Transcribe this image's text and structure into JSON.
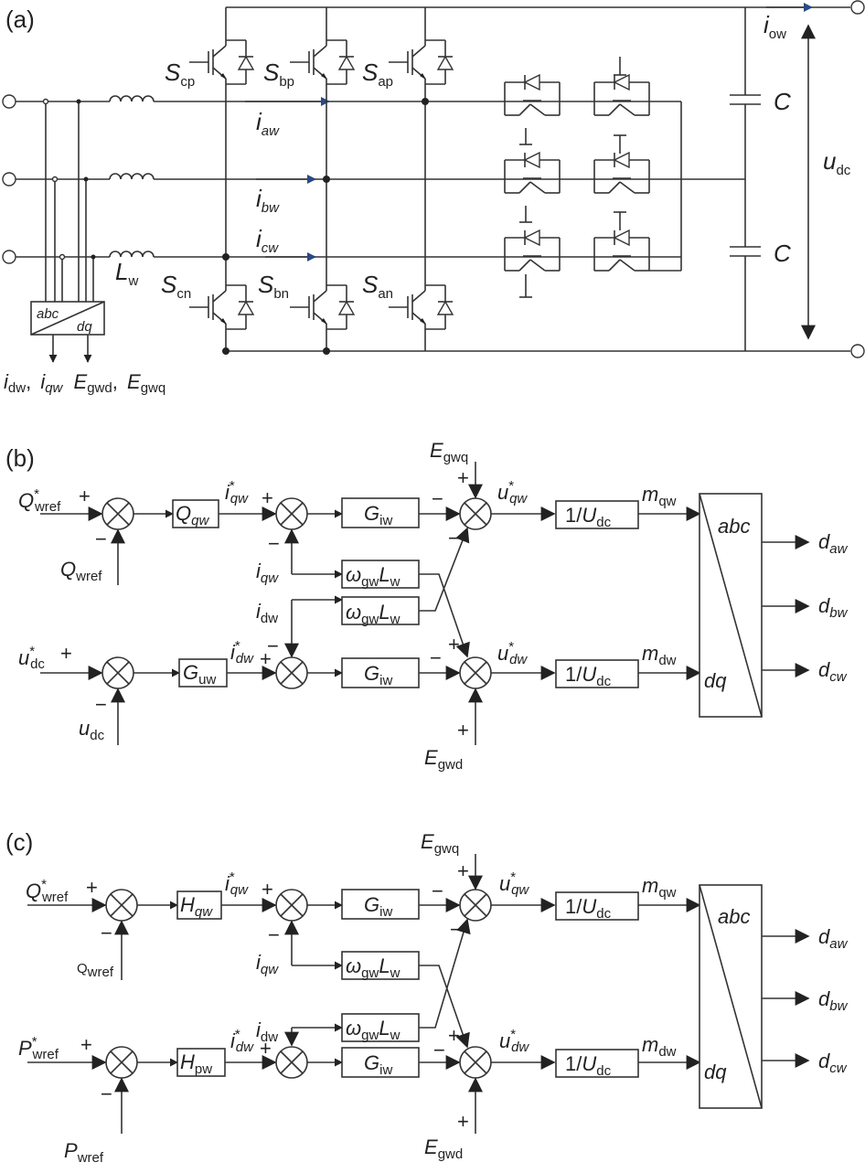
{
  "panels": {
    "a": {
      "label": "(a)",
      "switches": {
        "cp": {
          "main": "S",
          "sub": "cp"
        },
        "bp": {
          "main": "S",
          "sub": "bp"
        },
        "ap": {
          "main": "S",
          "sub": "ap"
        },
        "cn": {
          "main": "S",
          "sub": "cn"
        },
        "bn": {
          "main": "S",
          "sub": "bn"
        },
        "an": {
          "main": "S",
          "sub": "an"
        }
      },
      "currents": {
        "aw": {
          "main": "i",
          "sub": "aw"
        },
        "bw": {
          "main": "i",
          "sub": "bw"
        },
        "cw": {
          "main": "i",
          "sub": "cw"
        },
        "ow": {
          "main": "i",
          "sub": "ow"
        }
      },
      "inductor": {
        "main": "L",
        "sub": "w"
      },
      "capacitor": "C",
      "udc": {
        "main": "u",
        "sub": "dc"
      },
      "transform": {
        "top": "abc",
        "bottom": "dq"
      },
      "outputs": {
        "i_main": "i",
        "dw": "dw",
        "qw": "qw",
        "E_main": "E",
        "gwd": "gwd",
        "gwq": "gwq",
        "sep": ","
      }
    },
    "b": {
      "label": "(b)",
      "Qwref_star": {
        "main": "Q",
        "sub": "wref",
        "sup": "*"
      },
      "Qwref": {
        "main": "Q",
        "sub": "wref"
      },
      "Qqw": {
        "main": "Q",
        "sub": "qw"
      },
      "iqw_star": {
        "main": "i",
        "sub": "qw",
        "sup": "*"
      },
      "Giw": {
        "main": "G",
        "sub": "iw"
      },
      "Egwq": {
        "main": "E",
        "sub": "gwq"
      },
      "uqw_star": {
        "main": "u",
        "sub": "qw",
        "sup": "*"
      },
      "inv_udc": {
        "pre": "1/",
        "main": "U",
        "sub": "dc"
      },
      "mqw": {
        "main": "m",
        "sub": "qw"
      },
      "iqw": {
        "main": "i",
        "sub": "qw"
      },
      "wL": {
        "main": "ω",
        "sub": "gw",
        "main2": "L",
        "sub2": "w"
      },
      "idw": {
        "main": "i",
        "sub": "dw"
      },
      "udc_star": {
        "main": "u",
        "sub": "dc",
        "sup": "*"
      },
      "udc": {
        "main": "u",
        "sub": "dc"
      },
      "Guw": {
        "main": "G",
        "sub": "uw"
      },
      "idw_star": {
        "main": "i",
        "sub": "dw",
        "sup": "*"
      },
      "udw_star": {
        "main": "u",
        "sub": "dw",
        "sup": "*"
      },
      "mdw": {
        "main": "m",
        "sub": "dw"
      },
      "Egwd": {
        "main": "E",
        "sub": "gwd"
      },
      "abc": "abc",
      "dq": "dq",
      "daw": {
        "main": "d",
        "sub": "aw"
      },
      "dbw": {
        "main": "d",
        "sub": "bw"
      },
      "dcw": {
        "main": "d",
        "sub": "cw"
      },
      "plus": "+",
      "minus": "−"
    },
    "c": {
      "label": "(c)",
      "Qwref_star": {
        "main": "Q",
        "sub": "wref",
        "sup": "*"
      },
      "Qwref": {
        "main": "Q",
        "sub": "wref"
      },
      "Hqw": {
        "main": "H",
        "sub": "qw"
      },
      "Hpw": {
        "main": "H",
        "sub": "pw"
      },
      "Pwref_star": {
        "main": "P",
        "sub": "wref",
        "sup": "*"
      },
      "Pwref": {
        "main": "P",
        "sub": "wref"
      }
    }
  }
}
